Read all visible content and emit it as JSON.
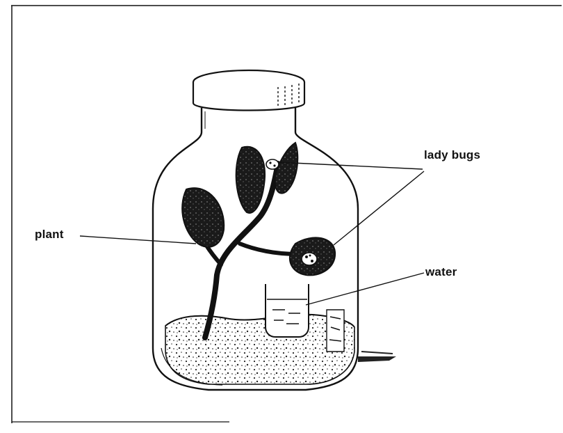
{
  "diagram": {
    "labels": {
      "lady_bugs": "lady bugs",
      "plant": "plant",
      "water": "water"
    }
  },
  "colors": {
    "ink": "#111111",
    "background": "#ffffff"
  }
}
